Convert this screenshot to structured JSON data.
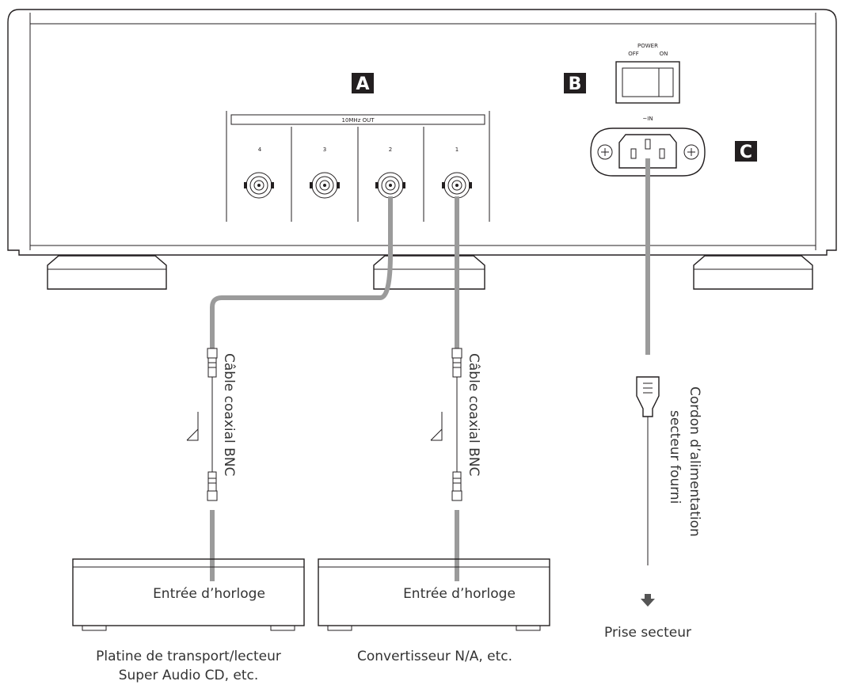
{
  "unit": {
    "output_panel_title": "10MHz OUT",
    "output_numbers": [
      "4",
      "3",
      "2",
      "1"
    ],
    "power_title": "POWER",
    "power_off": "OFF",
    "power_on": "ON",
    "ac_in": "~IN"
  },
  "badges": {
    "a": "A",
    "b": "B",
    "c": "C"
  },
  "cables": {
    "bnc_left": "Câble coaxial BNC",
    "bnc_right": "Câble coaxial BNC",
    "power_cord_line1": "Cordon d’alimentation",
    "power_cord_line2": "secteur fourni"
  },
  "devices": {
    "left_input": "Entrée d’horloge",
    "right_input": "Entrée d’horloge",
    "left_caption_line1": "Platine de transport/lecteur",
    "left_caption_line2": "Super Audio CD, etc.",
    "right_caption": "Convertisseur N/A, etc.",
    "outlet_caption": "Prise secteur"
  }
}
